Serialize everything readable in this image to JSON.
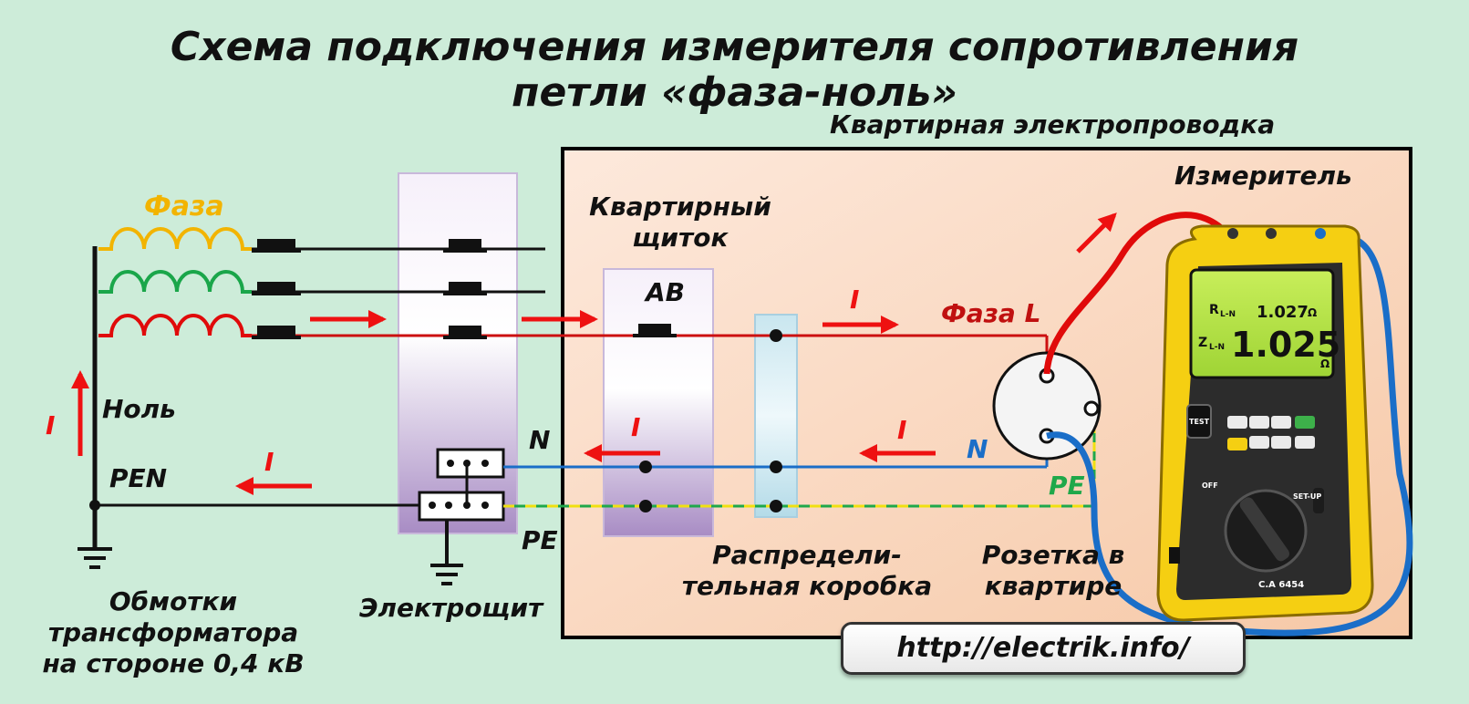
{
  "title": {
    "line1": "Схема подключения измерителя сопротивления",
    "line2": "петли «фаза-ноль»"
  },
  "labels": {
    "apartment_wiring": "Квартирная электропроводка",
    "meter": "Измеритель",
    "phase": "Фаза",
    "neutral": "Ноль",
    "pen": "PEN",
    "current_i": "I",
    "apartment_panel_line1": "Квартирный",
    "apartment_panel_line2": "щиток",
    "breaker": "АВ",
    "phase_l": "Фаза L",
    "n": "N",
    "pe": "PE",
    "junction_box_line1": "Распредели-",
    "junction_box_line2": "тельная коробка",
    "socket_line1": "Розетка в",
    "socket_line2": "квартире",
    "windings_line1": "Обмотки",
    "windings_line2": "трансформатора",
    "windings_line3": "на стороне 0,4 кВ",
    "switchboard": "Электрощит",
    "url": "http://electrik.info/"
  },
  "meter_display": {
    "r_label": "R",
    "r_sub": "L-N",
    "small_value": "1.027",
    "unit": "Ω",
    "z_label": "Z",
    "z_sub": "L-N",
    "big_value": "1.025",
    "test_button": "TEST",
    "off": "OFF",
    "setup": "SET-UP",
    "model": "C.A 6454"
  },
  "colors": {
    "phase_yellow": "#f2b400",
    "phase_green": "#1aa64a",
    "phase_red": "#e00a0a",
    "neutral_blue": "#1a6ec8",
    "pe_green": "#1fa84a",
    "pe_yellow": "#f0e010",
    "arrow_red": "#ee1111",
    "meter_yellow": "#f5cf12"
  }
}
